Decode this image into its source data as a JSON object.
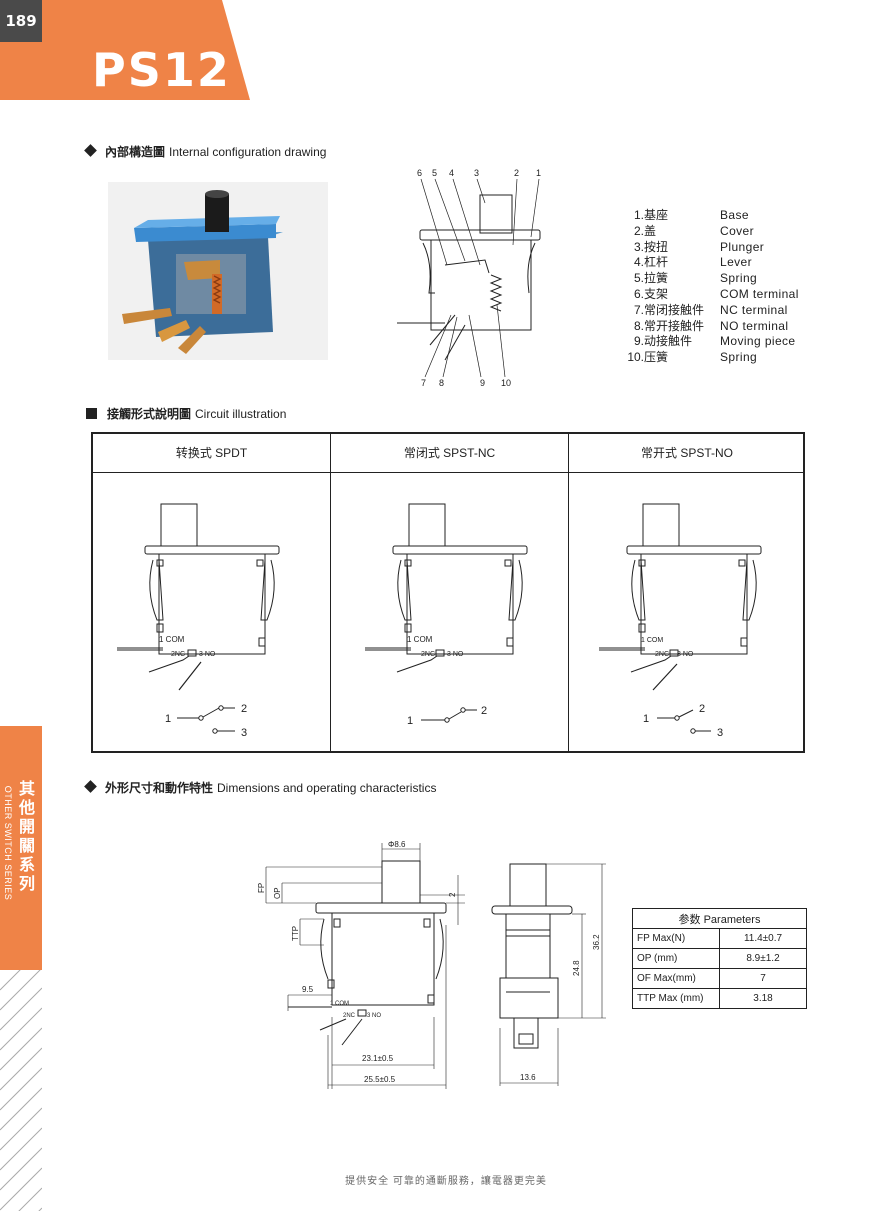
{
  "header": {
    "page_number": "189",
    "model": "PS12"
  },
  "sections": {
    "internal": {
      "title_cn": "內部構造圖",
      "title_en": "Internal configuration drawing"
    },
    "circuit": {
      "title_cn": "接觸形式說明圖",
      "title_en": "Circuit illustration"
    },
    "dimensions": {
      "title_cn": "外形尺寸和動作特性",
      "title_en": "Dimensions and operating characteristics"
    }
  },
  "callouts": [
    "6",
    "5",
    "4",
    "3",
    "2",
    "1",
    "7",
    "8",
    "9",
    "10"
  ],
  "legend": [
    {
      "num": "1.",
      "cn": "基座",
      "en": "Base"
    },
    {
      "num": "2.",
      "cn": "盖",
      "en": "Cover"
    },
    {
      "num": "3.",
      "cn": "按扭",
      "en": "Plunger"
    },
    {
      "num": "4.",
      "cn": "杠杆",
      "en": "Lever"
    },
    {
      "num": "5.",
      "cn": "拉簧",
      "en": "Spring"
    },
    {
      "num": "6.",
      "cn": "支架",
      "en": "COM terminal"
    },
    {
      "num": "7.",
      "cn": "常闭接触件",
      "en": "NC terminal"
    },
    {
      "num": "8.",
      "cn": "常开接触件",
      "en": "NO terminal"
    },
    {
      "num": "9.",
      "cn": "动接触件",
      "en": "Moving piece"
    },
    {
      "num": "10.",
      "cn": "压簧",
      "en": "Spring"
    }
  ],
  "circuits": [
    {
      "label": "转换式  SPDT"
    },
    {
      "label": "常闭式  SPST-NC"
    },
    {
      "label": "常开式  SPST-NO"
    }
  ],
  "terminals": {
    "com": "1 COM",
    "nc": "2NC",
    "no": "3 NO"
  },
  "contact_nums": {
    "one": "1",
    "two": "2",
    "three": "3"
  },
  "dims": {
    "phi": "Φ8.6",
    "fp": "FP",
    "op": "OP",
    "ttp": "TTP",
    "two": "2",
    "d95": "9.5",
    "d231": "23.1±0.5",
    "d255": "25.5±0.5",
    "d248": "24.8",
    "d362": "36.2",
    "d136": "13.6"
  },
  "params": {
    "title": "参数 Parameters",
    "rows": [
      {
        "name": "FP Max(N)",
        "value": "11.4±0.7"
      },
      {
        "name": "OP  (mm)",
        "value": "8.9±1.2"
      },
      {
        "name": "OF Max(mm)",
        "value": "7"
      },
      {
        "name": "TTP Max (mm)",
        "value": "3.18"
      }
    ]
  },
  "side_tab": {
    "cn": [
      "其",
      "他",
      "開",
      "關",
      "系",
      "列"
    ],
    "en": "OTHER SWITCH SERIES"
  },
  "footer": "提供安全   可靠的通斷服務，讓電器更完美",
  "colors": {
    "accent": "#ef8347",
    "dark": "#4a4a4a",
    "blue": "#2f7fc0"
  }
}
